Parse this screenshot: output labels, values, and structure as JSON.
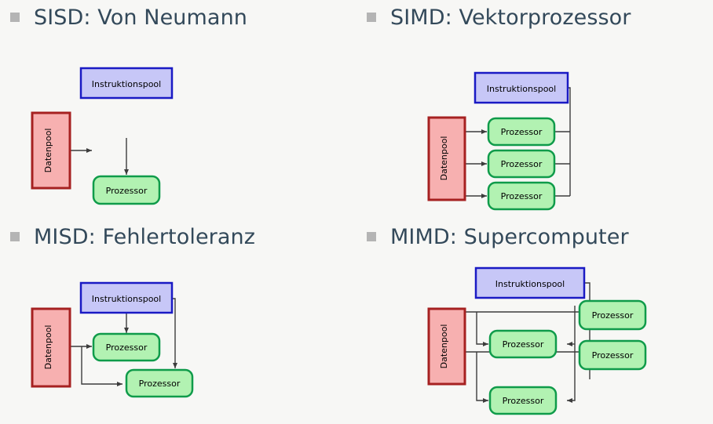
{
  "slide": {
    "background_color": "#f7f7f5",
    "title_color": "#33495a",
    "bullet_color": "#b4b4b4"
  },
  "palette": {
    "instruction_fill": "#c7c7f7",
    "instruction_stroke": "#1a1ac4",
    "processor_fill": "#b2f2b2",
    "processor_stroke": "#0f9b4a",
    "data_fill": "#f7b0b0",
    "data_stroke": "#a62121",
    "arrow_color": "#3c3c3c",
    "text_color": "#000000"
  },
  "labels": {
    "instruction_pool": "Instruktionspool",
    "processor": "Prozessor",
    "data_pool": "Datenpool"
  },
  "quadrants": [
    {
      "id": "sisd",
      "bullet": "square-bullet",
      "title": "SISD: Von Neumann",
      "instruction_pools": 1,
      "processors": 1,
      "data_pools": 1
    },
    {
      "id": "simd",
      "bullet": "square-bullet",
      "title": "SIMD: Vektorprozessor",
      "instruction_pools": 1,
      "processors": 3,
      "data_pools": 1
    },
    {
      "id": "misd",
      "bullet": "square-bullet",
      "title": "MISD: Fehlertoleranz",
      "instruction_pools": 1,
      "processors": 2,
      "data_pools": 1
    },
    {
      "id": "mimd",
      "bullet": "square-bullet",
      "title": "MIMD: Supercomputer",
      "instruction_pools": 1,
      "processors": 4,
      "data_pools": 1
    }
  ]
}
